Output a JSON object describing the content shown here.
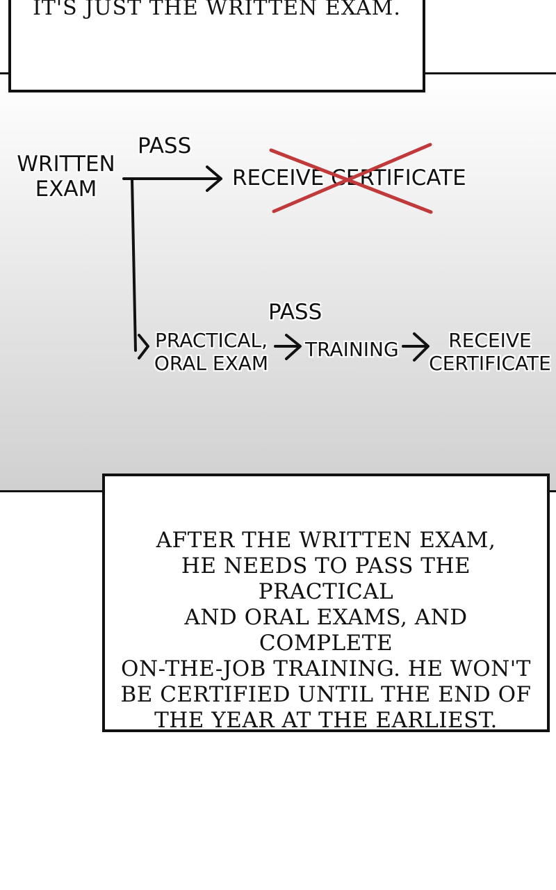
{
  "top_caption": {
    "text": "It's just the written exam."
  },
  "diagram": {
    "written_exam": [
      "WRITTEN",
      "EXAM"
    ],
    "pass_upper": "PASS",
    "receive_certificate_direct": "RECEIVE CERTIFICATE",
    "pass_lower": "PASS",
    "practical_oral_exam": [
      "PRACTICAL,",
      "ORAL EXAM"
    ],
    "training": "TRAINING",
    "receive_certificate_final": [
      "RECEIVE",
      "CERTIFICATE"
    ],
    "cross_color": "#c0393b"
  },
  "bottom_caption": {
    "lines": [
      "After the written exam,",
      "he needs to pass the practical",
      "and oral exams, and complete",
      "on-the-job training. He won't",
      "be certified until the end of",
      "the year at the earliest."
    ]
  }
}
